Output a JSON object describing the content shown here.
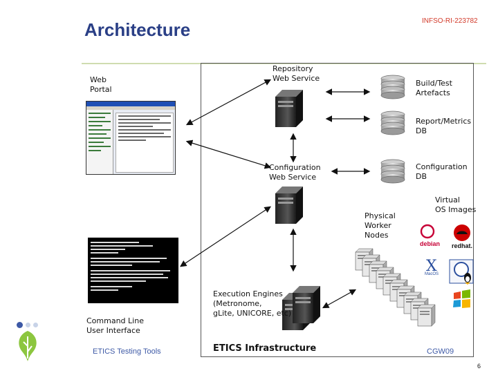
{
  "header": {
    "title": "Architecture",
    "project_code": "INFSO-RI-223782"
  },
  "labels": {
    "web_portal": "Web\nPortal",
    "repository": "Repository\nWeb Service",
    "build_test": "Build/Test\nArtefacts",
    "report_metrics": "Report/Metrics\nDB",
    "configuration_ws": "Configuration\nWeb Service",
    "configuration_db": "Configuration\nDB",
    "virtual_os": "Virtual\nOS Images",
    "physical_worker": "Physical\nWorker\nNodes",
    "execution_engines": "Execution Engines\n(Metronome,\ngLite, UNICORE, etc)",
    "command_line": "Command Line\nUser Interface"
  },
  "os_logos": {
    "debian": "debian",
    "redhat": "redhat.",
    "macos": "MacOS"
  },
  "footer": {
    "left": "ETICS Testing Tools",
    "center": "ETICS Infrastructure",
    "right": "CGW09",
    "page": "6"
  },
  "colors": {
    "title": "#2a3f86",
    "project_code": "#d23a2a",
    "footer_text": "#3d59a6",
    "rule": "#cfdcb0",
    "leaf": "#8cc63f"
  }
}
